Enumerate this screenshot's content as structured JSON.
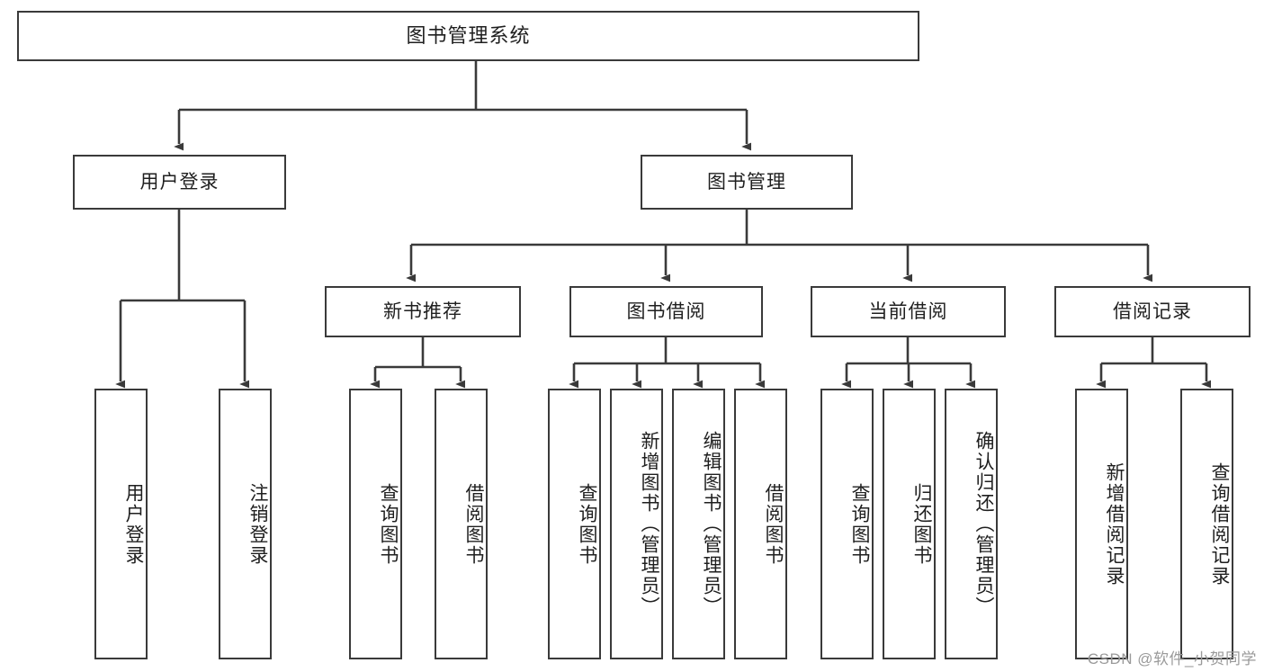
{
  "diagram": {
    "title": "图书管理系统",
    "watermark": "CSDN @软件_小贺同学",
    "stroke_color": "#3a3a3a",
    "background_color": "#ffffff",
    "text_color": "#1f1f1f",
    "watermark_color": "#9a9a9a",
    "orientation": "top-down-tree",
    "levels": 4
  },
  "nodes": {
    "root": {
      "label": "图书管理系统"
    },
    "level1": [
      {
        "id": "user-login",
        "label": "用户登录"
      },
      {
        "id": "book-management",
        "label": "图书管理"
      }
    ],
    "level2": [
      {
        "id": "new-book-recommend",
        "label": "新书推荐"
      },
      {
        "id": "book-borrow",
        "label": "图书借阅"
      },
      {
        "id": "current-borrow",
        "label": "当前借阅"
      },
      {
        "id": "borrow-record",
        "label": "借阅记录"
      }
    ],
    "leaves": {
      "user-login": [
        {
          "id": "leaf-user-login",
          "label": "用户登录"
        },
        {
          "id": "leaf-logout-login",
          "label": "注销登录"
        }
      ],
      "new-book-recommend": [
        {
          "id": "leaf-query-book-1",
          "label": "查询图书"
        },
        {
          "id": "leaf-borrow-book-1",
          "label": "借阅图书"
        }
      ],
      "book-borrow": [
        {
          "id": "leaf-query-book-2",
          "label": "查询图书"
        },
        {
          "id": "leaf-add-book",
          "label": "新增图书（管理员）"
        },
        {
          "id": "leaf-edit-book",
          "label": "编辑图书（管理员）"
        },
        {
          "id": "leaf-borrow-book-2",
          "label": "借阅图书"
        }
      ],
      "current-borrow": [
        {
          "id": "leaf-query-book-3",
          "label": "查询图书"
        },
        {
          "id": "leaf-return-book",
          "label": "归还图书"
        },
        {
          "id": "leaf-confirm-return",
          "label": "确认归还（管理员）"
        }
      ],
      "borrow-record": [
        {
          "id": "leaf-add-record",
          "label": "新增借阅记录"
        },
        {
          "id": "leaf-query-record",
          "label": "查询借阅记录"
        }
      ]
    }
  }
}
